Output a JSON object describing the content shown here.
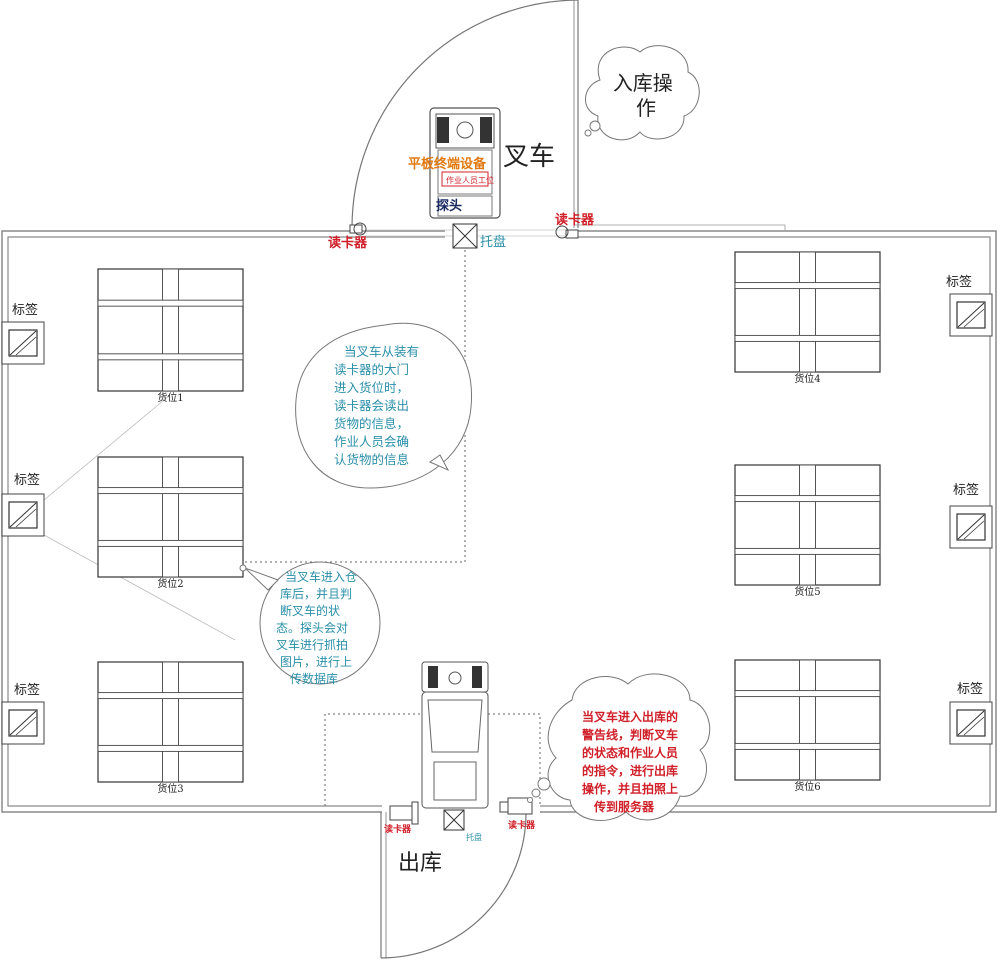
{
  "colors": {
    "wall": "#8a8a8a",
    "line": "#555555",
    "red_label": "#d0202a",
    "blue_label": "#2a8fa8",
    "orange_label": "#e07a10",
    "navy_label": "#1a2a60"
  },
  "slots": [
    {
      "label": "货位1"
    },
    {
      "label": "货位2"
    },
    {
      "label": "货位3"
    },
    {
      "label": "货位4"
    },
    {
      "label": "货位5"
    },
    {
      "label": "货位6"
    }
  ],
  "tags": [
    {
      "label": "标签"
    },
    {
      "label": "标签"
    },
    {
      "label": "标签"
    },
    {
      "label": "标签"
    },
    {
      "label": "标签"
    },
    {
      "label": "标签"
    }
  ],
  "top": {
    "forklift_label": "叉车",
    "tablet_label": "平板终端设备",
    "worker_label": "作业人员工位",
    "probe_label": "探头",
    "pallet_label": "托盘",
    "reader_left": "读卡器",
    "reader_right": "读卡器"
  },
  "bottom": {
    "exit_label": "出库",
    "pallet_label": "托盘",
    "reader_left": "读卡器",
    "reader_right": "读卡器"
  },
  "clouds": {
    "inbound": [
      "入库操",
      "作"
    ],
    "entry_note": [
      "当叉车从装有",
      "读卡器的大门",
      "进入货位时，",
      "读卡器会读出",
      "货物的信息，",
      "作业人员会确",
      "认货物的信息"
    ],
    "probe_note": [
      "当叉车进入仓",
      "库后，并且判",
      "断叉车的状",
      "态。探头会对",
      "叉车进行抓拍",
      "图片，进行上",
      "传数据库"
    ],
    "exit_note": [
      "当叉车进入出库的",
      "警告线，判断叉车",
      "的状态和作业人员",
      "的指令，进行出库",
      "操作，并且拍照上",
      "传到服务器"
    ]
  }
}
